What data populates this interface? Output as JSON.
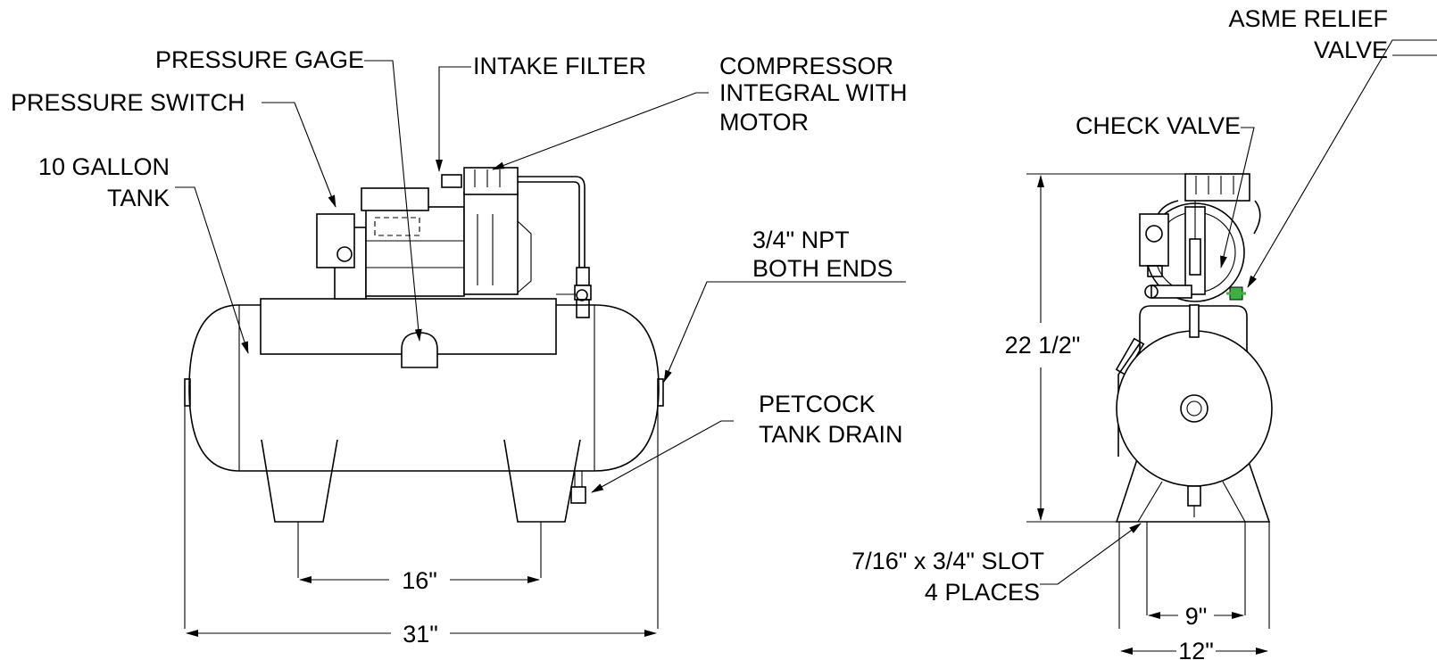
{
  "labels": {
    "pressure_gage": "PRESSURE GAGE",
    "intake_filter": "INTAKE FILTER",
    "compressor_l1": "COMPRESSOR",
    "compressor_l2": "INTEGRAL WITH",
    "compressor_l3": "MOTOR",
    "pressure_switch": "PRESSURE SWITCH",
    "tank_l1": "10 GALLON",
    "tank_l2": "TANK",
    "npt_l1": "3/4\" NPT",
    "npt_l2": "BOTH ENDS",
    "petcock_l1": "PETCOCK",
    "petcock_l2": "TANK DRAIN",
    "asme_l1": "ASME RELIEF",
    "asme_l2": "VALVE",
    "check_valve": "CHECK VALVE",
    "slot_l1": "7/16\" x 3/4\" SLOT",
    "slot_l2": "4 PLACES"
  },
  "dimensions": {
    "leg_spacing": "16\"",
    "overall_length": "31\"",
    "height": "22 1/2\"",
    "slot_spacing": "9\"",
    "base_width": "12\""
  },
  "colors": {
    "line": "#000000",
    "relief_valve": "#3cb043"
  }
}
